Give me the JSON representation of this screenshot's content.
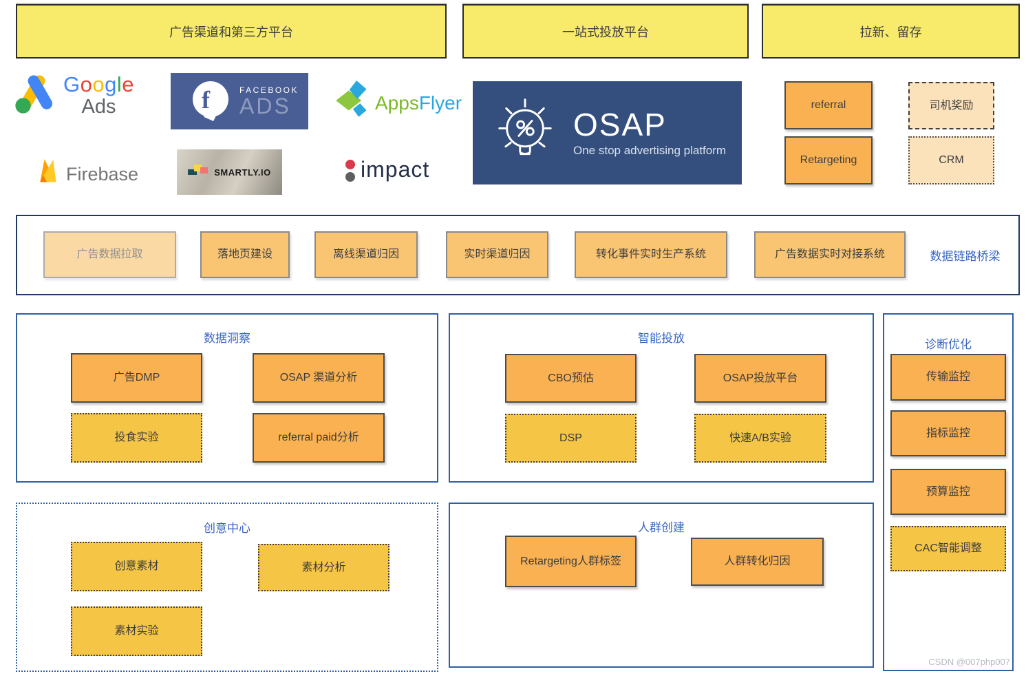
{
  "colors": {
    "header_yellow": "#F8EB6B",
    "solid_orange": "#F9B152",
    "band_orange": "#FAC573",
    "band_faded_orange": "#FBD9A4",
    "gold": "#F5C546",
    "peach": "#FCE2BB",
    "panel_border_blue": "#2E5FA3",
    "band_border_navy": "#1F3864",
    "title_blue": "#3A66C4",
    "osap_navy": "#344F7D",
    "facebook_blue": "#4A5E96"
  },
  "top_headers": [
    {
      "label": "广告渠道和第三方平台"
    },
    {
      "label": "一站式投放平台"
    },
    {
      "label": "拉新、留存"
    }
  ],
  "logos": {
    "google_ads": {
      "letters": [
        "G",
        "o",
        "o",
        "g",
        "l",
        "e"
      ],
      "subtext": "Ads"
    },
    "facebook_ads": {
      "f": "f",
      "name": "FACEBOOK",
      "sub": "ADS"
    },
    "appsflyer": {
      "part1": "Apps",
      "part2": "Flyer"
    },
    "firebase": {
      "label": "Firebase"
    },
    "smartly": {
      "label": "SMARTLY.IO"
    },
    "impact": {
      "label": "impact"
    },
    "osap": {
      "title": "OSAP",
      "subtitle": "One stop advertising platform"
    }
  },
  "growth_boxes": [
    {
      "label": "referral"
    },
    {
      "label": "司机奖励"
    },
    {
      "label": "Retargeting"
    },
    {
      "label": "CRM"
    }
  ],
  "bridge_band": {
    "title": "数据链路桥梁",
    "items": [
      {
        "label": "广告数据拉取"
      },
      {
        "label": "落地页建设"
      },
      {
        "label": "离线渠道归因"
      },
      {
        "label": "实时渠道归因"
      },
      {
        "label": "转化事件实时生产系统"
      },
      {
        "label": "广告数据实时对接系统"
      }
    ]
  },
  "panels": {
    "data_insight": {
      "title": "数据洞察",
      "items": [
        {
          "label": "广告DMP"
        },
        {
          "label": "OSAP 渠道分析"
        },
        {
          "label": "投食实验"
        },
        {
          "label": "referral paid分析"
        }
      ]
    },
    "smart_delivery": {
      "title": "智能投放",
      "items": [
        {
          "label": "CBO预估"
        },
        {
          "label": "OSAP投放平台"
        },
        {
          "label": "DSP"
        },
        {
          "label": "快速A/B实验"
        }
      ]
    },
    "diagnosis": {
      "title": "诊断优化",
      "items": [
        {
          "label": "传输监控"
        },
        {
          "label": "指标监控"
        },
        {
          "label": "预算监控"
        },
        {
          "label": "CAC智能调整"
        }
      ]
    },
    "creative_center": {
      "title": "创意中心",
      "items": [
        {
          "label": "创意素材"
        },
        {
          "label": "素材分析"
        },
        {
          "label": "素材实验"
        }
      ]
    },
    "audience_creation": {
      "title": "人群创建",
      "items": [
        {
          "label": "Retargeting人群标签"
        },
        {
          "label": "人群转化归因"
        }
      ]
    }
  },
  "watermark": "CSDN @007php007"
}
